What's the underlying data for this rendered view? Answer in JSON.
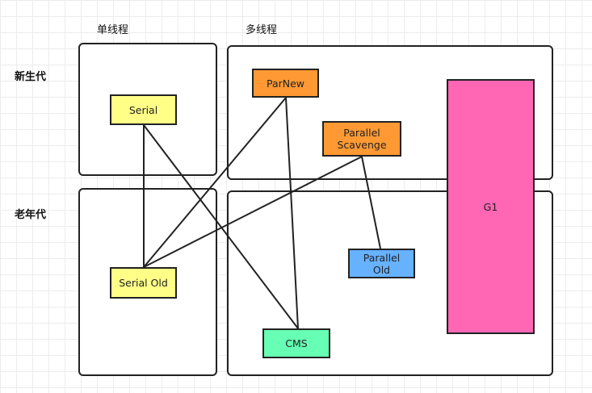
{
  "headers": {
    "single_thread": "单线程",
    "multi_thread": "多线程",
    "young_gen": "新生代",
    "old_gen": "老年代"
  },
  "nodes": {
    "serial": {
      "label": "Serial",
      "color": "#ffff88"
    },
    "parnew": {
      "label": "ParNew",
      "color": "#ff9933"
    },
    "parallel_scavenge": {
      "label": "Parallel\nScavenge",
      "color": "#ff9933"
    },
    "g1": {
      "label": "G1",
      "color": "#ff66b3"
    },
    "serial_old": {
      "label": "Serial Old",
      "color": "#ffff88"
    },
    "parallel_old": {
      "label": "Parallel\nOld",
      "color": "#66b2ff"
    },
    "cms": {
      "label": "CMS",
      "color": "#66ffb3"
    }
  },
  "edges": [
    [
      "serial",
      "serial_old"
    ],
    [
      "serial",
      "cms"
    ],
    [
      "parnew",
      "serial_old"
    ],
    [
      "parnew",
      "cms"
    ],
    [
      "parallel_scavenge",
      "serial_old"
    ],
    [
      "parallel_scavenge",
      "parallel_old"
    ]
  ]
}
